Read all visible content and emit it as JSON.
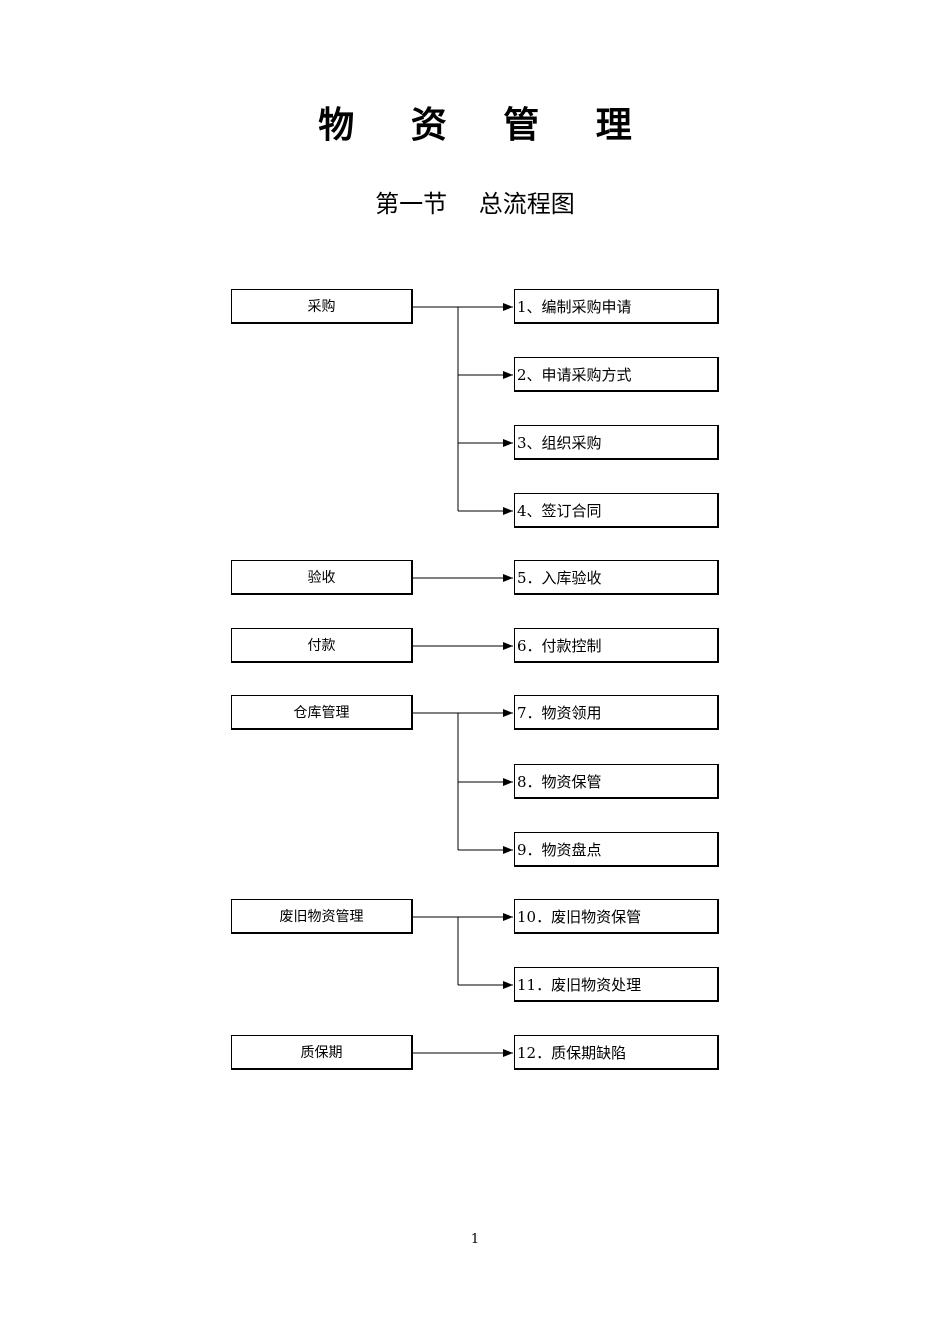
{
  "title": "物 资 管 理",
  "subtitle": "第一节　 总流程图",
  "flowchart": {
    "groups": [
      {
        "label": "采购",
        "items": [
          "1、编制采购申请",
          "2、申请采购方式",
          "3、组织采购",
          "4、签订合同"
        ]
      },
      {
        "label": "验收",
        "items": [
          "5．入库验收"
        ]
      },
      {
        "label": "付款",
        "items": [
          "6．付款控制"
        ]
      },
      {
        "label": "仓库管理",
        "items": [
          "7．物资领用",
          "8．物资保管",
          "9．物资盘点"
        ]
      },
      {
        "label": "废旧物资管理",
        "items": [
          "10．废旧物资保管",
          "11．废旧物资处理"
        ]
      },
      {
        "label": "质保期",
        "items": [
          "12．质保期缺陷"
        ]
      }
    ]
  },
  "page_number": "1"
}
